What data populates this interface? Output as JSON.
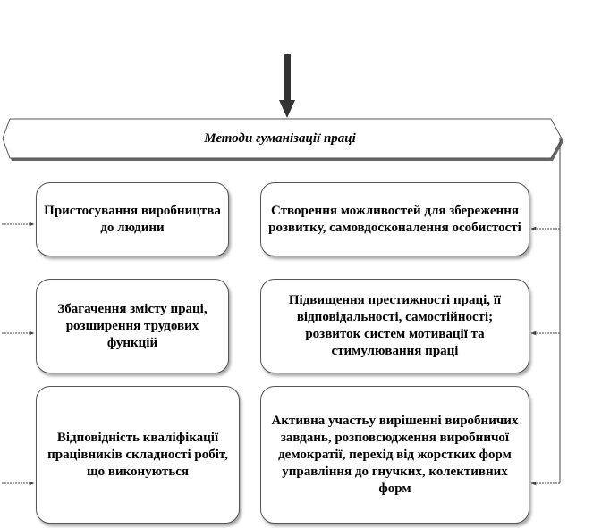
{
  "header": {
    "title": "Методи гуманізації праці"
  },
  "left_boxes": [
    {
      "text": "Пристосування виробництва до людини"
    },
    {
      "text": "Збагачення змісту праці, розширення трудових функцій"
    },
    {
      "text": "Відповідність кваліфікації працівників складності робіт, що виконуються"
    }
  ],
  "right_boxes": [
    {
      "text": "Створення можливостей для збереження розвитку, самовдосконалення особистості"
    },
    {
      "text": "Підвищення престижності праці, її відповідальності, самостійності; розвиток систем мотивації та стимулювання праці"
    },
    {
      "text": "Активна участьу вирішенні виробничих завдань, розповсюдження виробничої демократії, перехід від жорстких форм управління до гнучких, колективних форм"
    }
  ],
  "colors": {
    "stroke": "#555555",
    "arrow": "#333333",
    "connector": "#444444",
    "background": "#ffffff"
  }
}
